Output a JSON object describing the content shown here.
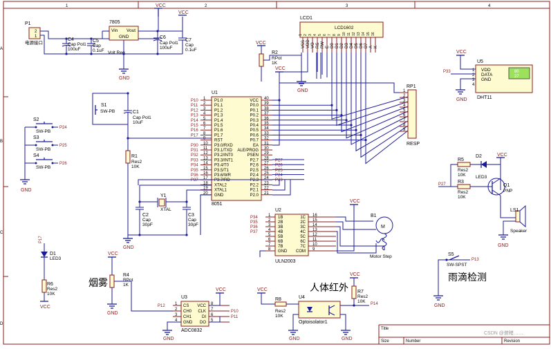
{
  "frame": {
    "columns": [
      "1",
      "2",
      "3",
      "4"
    ],
    "rows": [
      "A",
      "B",
      "C",
      "D"
    ]
  },
  "title_block": {
    "title_label": "Title",
    "size_label": "Size",
    "number_label": "Number",
    "revision_label": "Revision"
  },
  "watermark": "CSDN @俯睹……",
  "chinese_labels": {
    "smoke": "烟雾",
    "human_ir": "人体红外",
    "rain": "雨滴检测"
  },
  "power": {
    "vcc": "VCC",
    "gnd": "GND"
  },
  "p1": {
    "ref": "P1",
    "name": "电源接口",
    "pins": [
      "2",
      "1"
    ]
  },
  "c4": {
    "ref": "C4",
    "type": "Cap Pol1",
    "value": "100uF"
  },
  "c5": {
    "ref": "C5",
    "type": "Cap",
    "value": "0.1uF"
  },
  "reg": {
    "ref": "7805",
    "vin": "Vin",
    "vout": "Vout",
    "gnd": "GND",
    "name": "Volt Reg"
  },
  "c6": {
    "ref": "C6",
    "type": "Cap Pol1",
    "value": "100uF"
  },
  "c7": {
    "ref": "C7",
    "type": "Cap",
    "value": "0.1uF"
  },
  "lcd": {
    "ref": "LCD1",
    "name": "LCD1602",
    "pins": [
      "VSS",
      "VDD",
      "VO",
      "RS",
      "RW",
      "E",
      "D0",
      "D1",
      "D2",
      "D3",
      "D4",
      "D5",
      "D6",
      "D7",
      "A",
      "K"
    ],
    "numbers": [
      "1",
      "2",
      "3",
      "4",
      "5",
      "6",
      "7",
      "8",
      "9",
      "10",
      "11",
      "12",
      "13",
      "14",
      "15",
      "16"
    ]
  },
  "r2": {
    "ref": "R2",
    "type": "RPot",
    "value": "1K"
  },
  "s1": {
    "ref": "S1",
    "type": "SW-PB"
  },
  "c1": {
    "ref": "C1",
    "type": "Cap Pol1",
    "value": "10uF"
  },
  "r1": {
    "ref": "R1",
    "type": "Res2",
    "value": "10K"
  },
  "buttons": [
    {
      "ref": "S2",
      "type": "SW-PB",
      "net": "P24",
      "gnd": "GND"
    },
    {
      "ref": "S3",
      "type": "SW-PB",
      "net": "P25",
      "gnd": "GND"
    },
    {
      "ref": "S4",
      "type": "SW-PB",
      "net": "P26",
      "gnd": "GND"
    }
  ],
  "mcu": {
    "ref": "U1",
    "name": "8051",
    "left_pins": [
      {
        "name": "P1.0",
        "num": "1",
        "net": "P10"
      },
      {
        "name": "P1.1",
        "num": "2",
        "net": "P11"
      },
      {
        "name": "P1.2",
        "num": "3",
        "net": "P12"
      },
      {
        "name": "P1.3",
        "num": "4",
        "net": "P13"
      },
      {
        "name": "P1.4",
        "num": "5",
        "net": "P14"
      },
      {
        "name": "P1.5",
        "num": "6",
        "net": "P15"
      },
      {
        "name": "P1.6",
        "num": "7",
        "net": "P16"
      },
      {
        "name": "P1.7",
        "num": "8",
        "net": "P17"
      },
      {
        "name": "RST",
        "num": "9",
        "net": ""
      },
      {
        "name": "P3.0/RXD",
        "num": "10",
        "net": "P30"
      },
      {
        "name": "P3.1/TXD",
        "num": "11",
        "net": "P31"
      },
      {
        "name": "P3.2/INT0",
        "num": "12",
        "net": "P32"
      },
      {
        "name": "P3.3/INT1",
        "num": "13",
        "net": "P33"
      },
      {
        "name": "P3.4/T0",
        "num": "14",
        "net": "P34"
      },
      {
        "name": "P3.5/T1",
        "num": "15",
        "net": "P35"
      },
      {
        "name": "P3.6/WR",
        "num": "16",
        "net": "P36"
      },
      {
        "name": "P3.7/RD",
        "num": "17",
        "net": "P37"
      },
      {
        "name": "XTAL2",
        "num": "18",
        "net": ""
      },
      {
        "name": "XTAL1",
        "num": "19",
        "net": ""
      },
      {
        "name": "GND",
        "num": "20",
        "net": ""
      }
    ],
    "right_pins": [
      {
        "name": "VCC",
        "num": "40",
        "net": ""
      },
      {
        "name": "P0.0",
        "num": "39",
        "net": ""
      },
      {
        "name": "P0.1",
        "num": "38",
        "net": ""
      },
      {
        "name": "P0.2",
        "num": "37",
        "net": ""
      },
      {
        "name": "P0.3",
        "num": "36",
        "net": ""
      },
      {
        "name": "P0.4",
        "num": "35",
        "net": ""
      },
      {
        "name": "P0.5",
        "num": "34",
        "net": ""
      },
      {
        "name": "P0.6",
        "num": "33",
        "net": ""
      },
      {
        "name": "P0.7",
        "num": "32",
        "net": ""
      },
      {
        "name": "EA",
        "num": "31",
        "net": ""
      },
      {
        "name": "ALE/PROG",
        "num": "30",
        "net": ""
      },
      {
        "name": "PSEN",
        "num": "29",
        "net": ""
      },
      {
        "name": "P2.7",
        "num": "28",
        "net": "P27"
      },
      {
        "name": "P2.6",
        "num": "27",
        "net": "P26"
      },
      {
        "name": "P2.5",
        "num": "26",
        "net": "P25"
      },
      {
        "name": "P2.4",
        "num": "25",
        "net": "P24"
      },
      {
        "name": "P2.3",
        "num": "24",
        "net": "P23"
      },
      {
        "name": "P2.2",
        "num": "23",
        "net": ""
      },
      {
        "name": "P2.1",
        "num": "22",
        "net": ""
      },
      {
        "name": "P2.0",
        "num": "21",
        "net": ""
      }
    ]
  },
  "y1": {
    "ref": "Y1",
    "type": "XTAL"
  },
  "c2": {
    "ref": "C2",
    "type": "Cap",
    "value": "30pF"
  },
  "c3": {
    "ref": "C3",
    "type": "Cap",
    "value": "30pF"
  },
  "rp1": {
    "ref": "RP1",
    "name": "RESP",
    "pins": [
      "1",
      "2",
      "3",
      "4",
      "5",
      "6",
      "7",
      "8",
      "9"
    ]
  },
  "dht": {
    "ref": "U5",
    "name": "DHT11",
    "vdd": "VDD",
    "data": "DATA",
    "gnd": "GND",
    "pins": [
      "1",
      "2",
      "3",
      "4"
    ],
    "net": "P33",
    "readout1": "80",
    "readout2": "27"
  },
  "d2": {
    "ref": "D2",
    "type": "LED3"
  },
  "r5": {
    "ref": "R5",
    "type": "Res2",
    "value": "10K"
  },
  "r3": {
    "ref": "R3",
    "type": "Res2",
    "value": "10K"
  },
  "q1": {
    "ref": "Q1",
    "type": "PNP",
    "net": "P27"
  },
  "ls1": {
    "ref": "LS1",
    "type": "Speaker"
  },
  "u2": {
    "ref": "U2",
    "name": "ULN2003",
    "left": [
      {
        "name": "1B",
        "num": "1",
        "net": "P34"
      },
      {
        "name": "2B",
        "num": "2",
        "net": "P35"
      },
      {
        "name": "3B",
        "num": "3",
        "net": "P36"
      },
      {
        "name": "4B",
        "num": "4",
        "net": "P37"
      },
      {
        "name": "5B",
        "num": "5",
        "net": ""
      },
      {
        "name": "6B",
        "num": "6",
        "net": ""
      },
      {
        "name": "7B",
        "num": "7",
        "net": ""
      },
      {
        "name": "GND",
        "num": "8",
        "net": ""
      }
    ],
    "right": [
      {
        "name": "1C",
        "num": "16"
      },
      {
        "name": "2C",
        "num": "15"
      },
      {
        "name": "3C",
        "num": "14"
      },
      {
        "name": "4C",
        "num": "13"
      },
      {
        "name": "5C",
        "num": "12"
      },
      {
        "name": "6C",
        "num": "11"
      },
      {
        "name": "7C",
        "num": "10"
      },
      {
        "name": "COM",
        "num": "9"
      }
    ]
  },
  "b1": {
    "ref": "B1",
    "type": "Motor Step",
    "symbol": "M"
  },
  "d1": {
    "ref": "D1",
    "type": "LED3",
    "net": "P17"
  },
  "r6": {
    "ref": "R6",
    "type": "Res2",
    "value": "10K"
  },
  "s5": {
    "ref": "S5",
    "type": "SW-SPST",
    "net": "P13"
  },
  "r4": {
    "ref": "R4",
    "type": "RPot",
    "value": "1K"
  },
  "u3": {
    "ref": "U3",
    "name": "ADC0832",
    "left": [
      {
        "name": "CS",
        "num": "1",
        "net": "P12"
      },
      {
        "name": "CH0",
        "num": "2",
        "net": ""
      },
      {
        "name": "CH1",
        "num": "3",
        "net": ""
      },
      {
        "name": "GND",
        "num": "4",
        "net": ""
      }
    ],
    "right": [
      {
        "name": "VCC",
        "num": "8",
        "net": ""
      },
      {
        "name": "CLK",
        "num": "7",
        "net": "P10"
      },
      {
        "name": "DI",
        "num": "6",
        "net": "P11"
      },
      {
        "name": "DO",
        "num": "5",
        "net": ""
      }
    ]
  },
  "r8": {
    "ref": "R8",
    "type": "Res2",
    "value": "10K"
  },
  "u4": {
    "ref": "U4",
    "name": "Optoisolator1"
  },
  "r7": {
    "ref": "R7",
    "type": "Res2",
    "value": "10K",
    "net": "P14"
  }
}
